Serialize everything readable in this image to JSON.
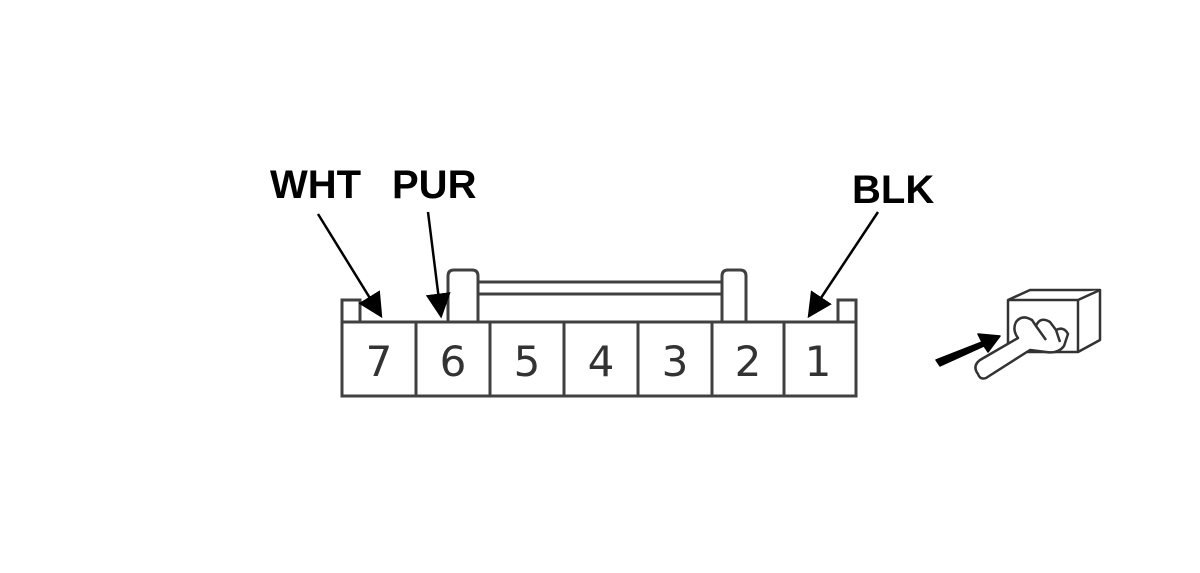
{
  "connector": {
    "pins": [
      "7",
      "6",
      "5",
      "4",
      "3",
      "2",
      "1"
    ],
    "colors": {
      "stroke": "#404040",
      "fill": "#ffffff"
    }
  },
  "wires": {
    "wht": "WHT",
    "pur": "PUR",
    "blk": "BLK"
  },
  "icons": {
    "view": "hand-pointing-connector-icon"
  }
}
